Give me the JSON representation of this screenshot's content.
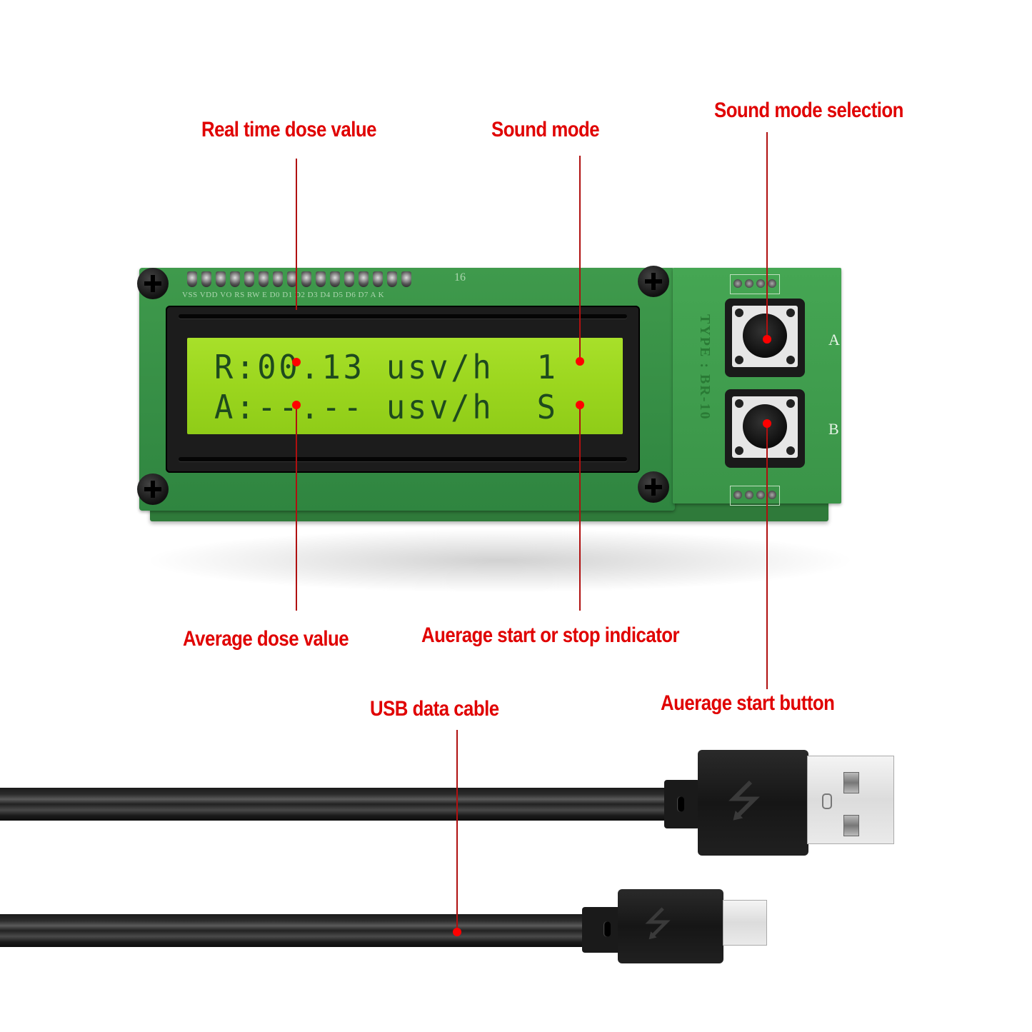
{
  "labels": {
    "real_time_dose": "Real time dose value",
    "sound_mode": "Sound mode",
    "sound_mode_selection": "Sound mode selection",
    "average_dose": "Average dose value",
    "average_indicator": "Auerage start or stop indicator",
    "average_start_button": "Auerage start button",
    "usb_cable": "USB data cable"
  },
  "lcd": {
    "row1": "R:00.13 usv/h  1",
    "row2": "A:--.-- usv/h  S"
  },
  "board": {
    "type_text": "TYPE : BR-10",
    "button_a": "A",
    "button_b": "B",
    "pin_labels": "VSS VDD VO RS RW E D0 D1 D2 D3 D4 D5 D6 D7 A K",
    "pin_count_label": "16"
  },
  "colors": {
    "annotation": "#e00000",
    "lcd_background": "#9bd61e",
    "pcb": "#3a9448"
  },
  "icons": {
    "usb_symbol": "⭍"
  }
}
